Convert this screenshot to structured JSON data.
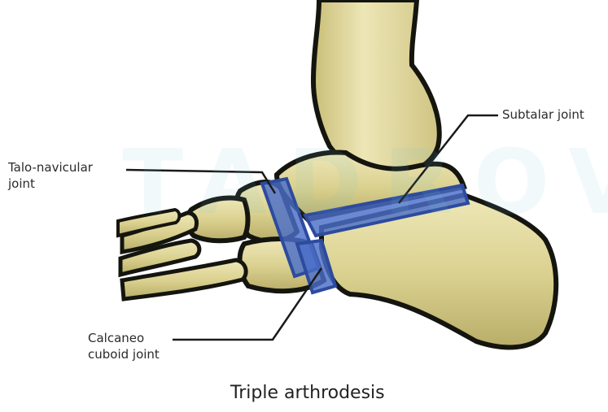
{
  "labels": {
    "talo_navicular": [
      "Talo-navicular",
      "joint"
    ],
    "subtalar": "Subtalar joint",
    "calcaneo_cuboid": [
      "Calcaneo",
      "cuboid joint"
    ]
  },
  "caption": "Triple arthrodesis",
  "watermark": "TADROV",
  "colors": {
    "bone_fill": "#d9cf8d",
    "bone_highlight": "#eee8b8",
    "bone_shadow": "#a39a55",
    "outline": "#15150f",
    "joint_band": "#4b6ec8",
    "joint_band_dark": "#2d4b9e",
    "leader_line": "#1a1a1a"
  }
}
